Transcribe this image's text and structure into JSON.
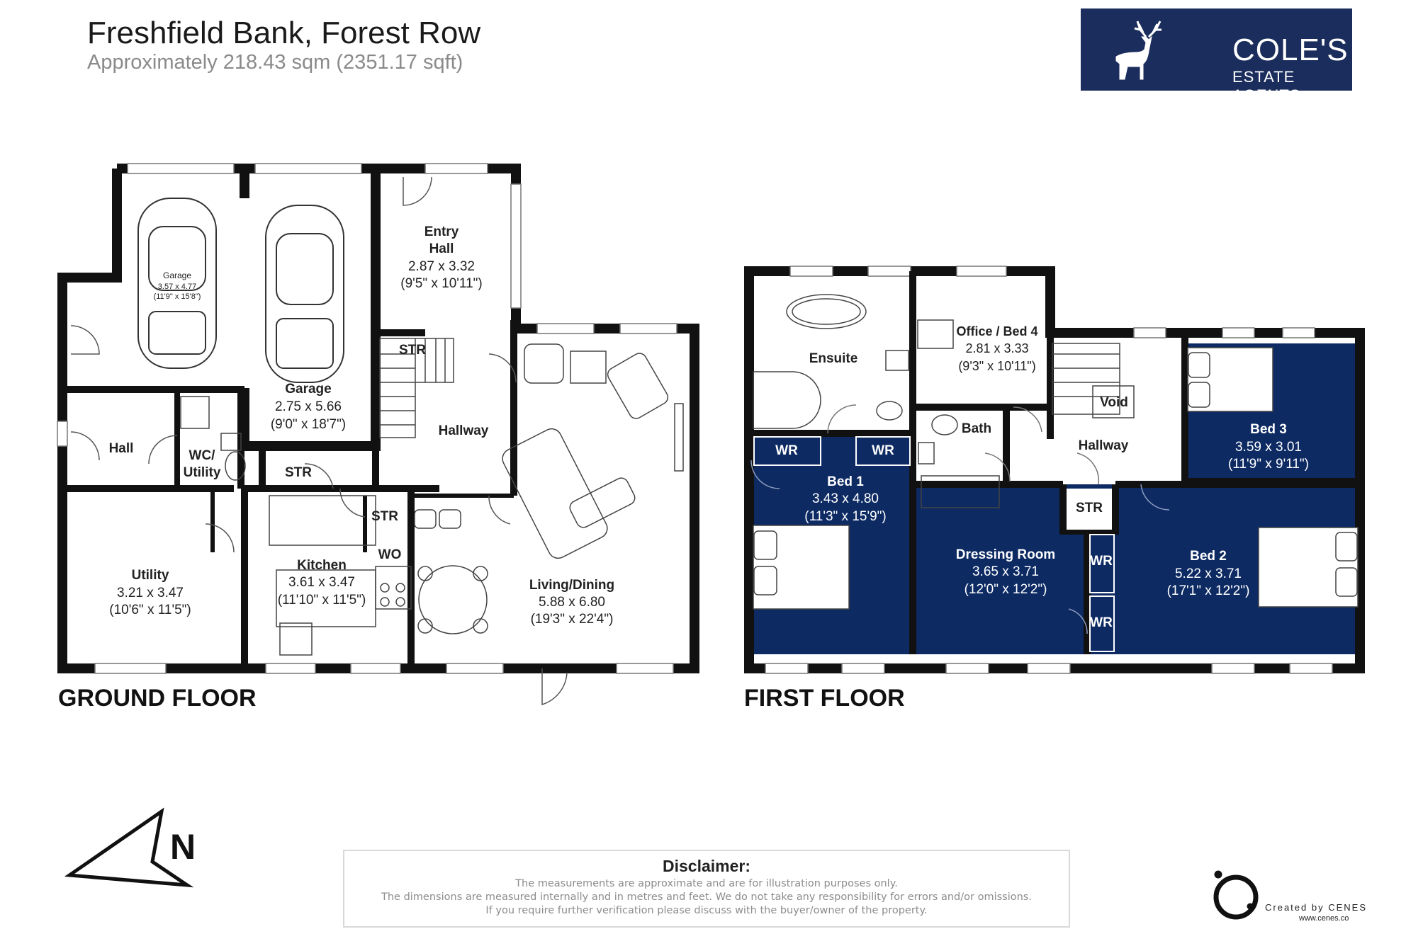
{
  "header": {
    "title": "Freshfield Bank, Forest Row",
    "subtitle": "Approximately 218.43 sqm (2351.17 sqft)"
  },
  "logo": {
    "name": "COLE'S",
    "tagline": "ESTATE AGENTS",
    "icon": "stag-icon",
    "background": "#1b2d5c"
  },
  "floors": {
    "ground": {
      "label": "GROUND FLOOR",
      "rooms": {
        "garage_small": {
          "name": "Garage",
          "metric": "3.57 x 4.77",
          "imperial": "(11'9\" x 15'8\")"
        },
        "garage": {
          "name": "Garage",
          "metric": "2.75 x 5.66",
          "imperial": "(9'0\" x 18'7\")"
        },
        "entry_hall": {
          "name_line1": "Entry",
          "name_line2": "Hall",
          "metric": "2.87 x 3.32",
          "imperial": "(9'5\" x 10'11\")"
        },
        "str_stairs": "STR",
        "hallway": "Hallway",
        "hall": "Hall",
        "wc_utility_line1": "WC/",
        "wc_utility_line2": "Utility",
        "str_mid": "STR",
        "str_kitchen": "STR",
        "wo": "WO",
        "utility": {
          "name": "Utility",
          "metric": "3.21 x 3.47",
          "imperial": "(10'6\" x 11'5\")"
        },
        "kitchen": {
          "name": "Kitchen",
          "metric": "3.61 x 3.47",
          "imperial": "(11'10\" x 11'5\")"
        },
        "living": {
          "name": "Living/Dining",
          "metric": "5.88 x 6.80",
          "imperial": "(19'3\" x 22'4\")"
        }
      }
    },
    "first": {
      "label": "FIRST FLOOR",
      "rooms": {
        "ensuite": "Ensuite",
        "office": {
          "name": "Office / Bed 4",
          "metric": "2.81 x 3.33",
          "imperial": "(9'3\" x 10'11\")"
        },
        "void": "Void",
        "bath": "Bath",
        "hallway": "Hallway",
        "wr1": "WR",
        "wr2": "WR",
        "wr3": "WR",
        "wr4": "WR",
        "str": "STR",
        "bed1": {
          "name": "Bed 1",
          "metric": "3.43 x 4.80",
          "imperial": "(11'3\" x 15'9\")"
        },
        "bed2": {
          "name": "Bed 2",
          "metric": "5.22 x 3.71",
          "imperial": "(17'1\" x 12'2\")"
        },
        "bed3": {
          "name": "Bed 3",
          "metric": "3.59 x 3.01",
          "imperial": "(11'9\" x 9'11\")"
        },
        "dressing": {
          "name": "Dressing Room",
          "metric": "3.65 x 3.71",
          "imperial": "(12'0\" x 12'2\")"
        }
      }
    }
  },
  "compass": {
    "label": "N",
    "icon": "north-arrow-icon"
  },
  "disclaimer": {
    "title": "Disclaimer:",
    "line1": "The measurements are approximate and are for illustration purposes only.",
    "line2": "The dimensions are measured internally and in metres and feet. We do not take any responsibility for errors and/or omissions.",
    "line3": "If you require further verification please discuss with the buyer/owner of the property."
  },
  "credit": {
    "name": "Created by CENES",
    "url": "www.cenes.co"
  },
  "colors": {
    "wall": "#111111",
    "highlight_room": "#0d2a63",
    "text_muted": "#8a8a8a"
  }
}
